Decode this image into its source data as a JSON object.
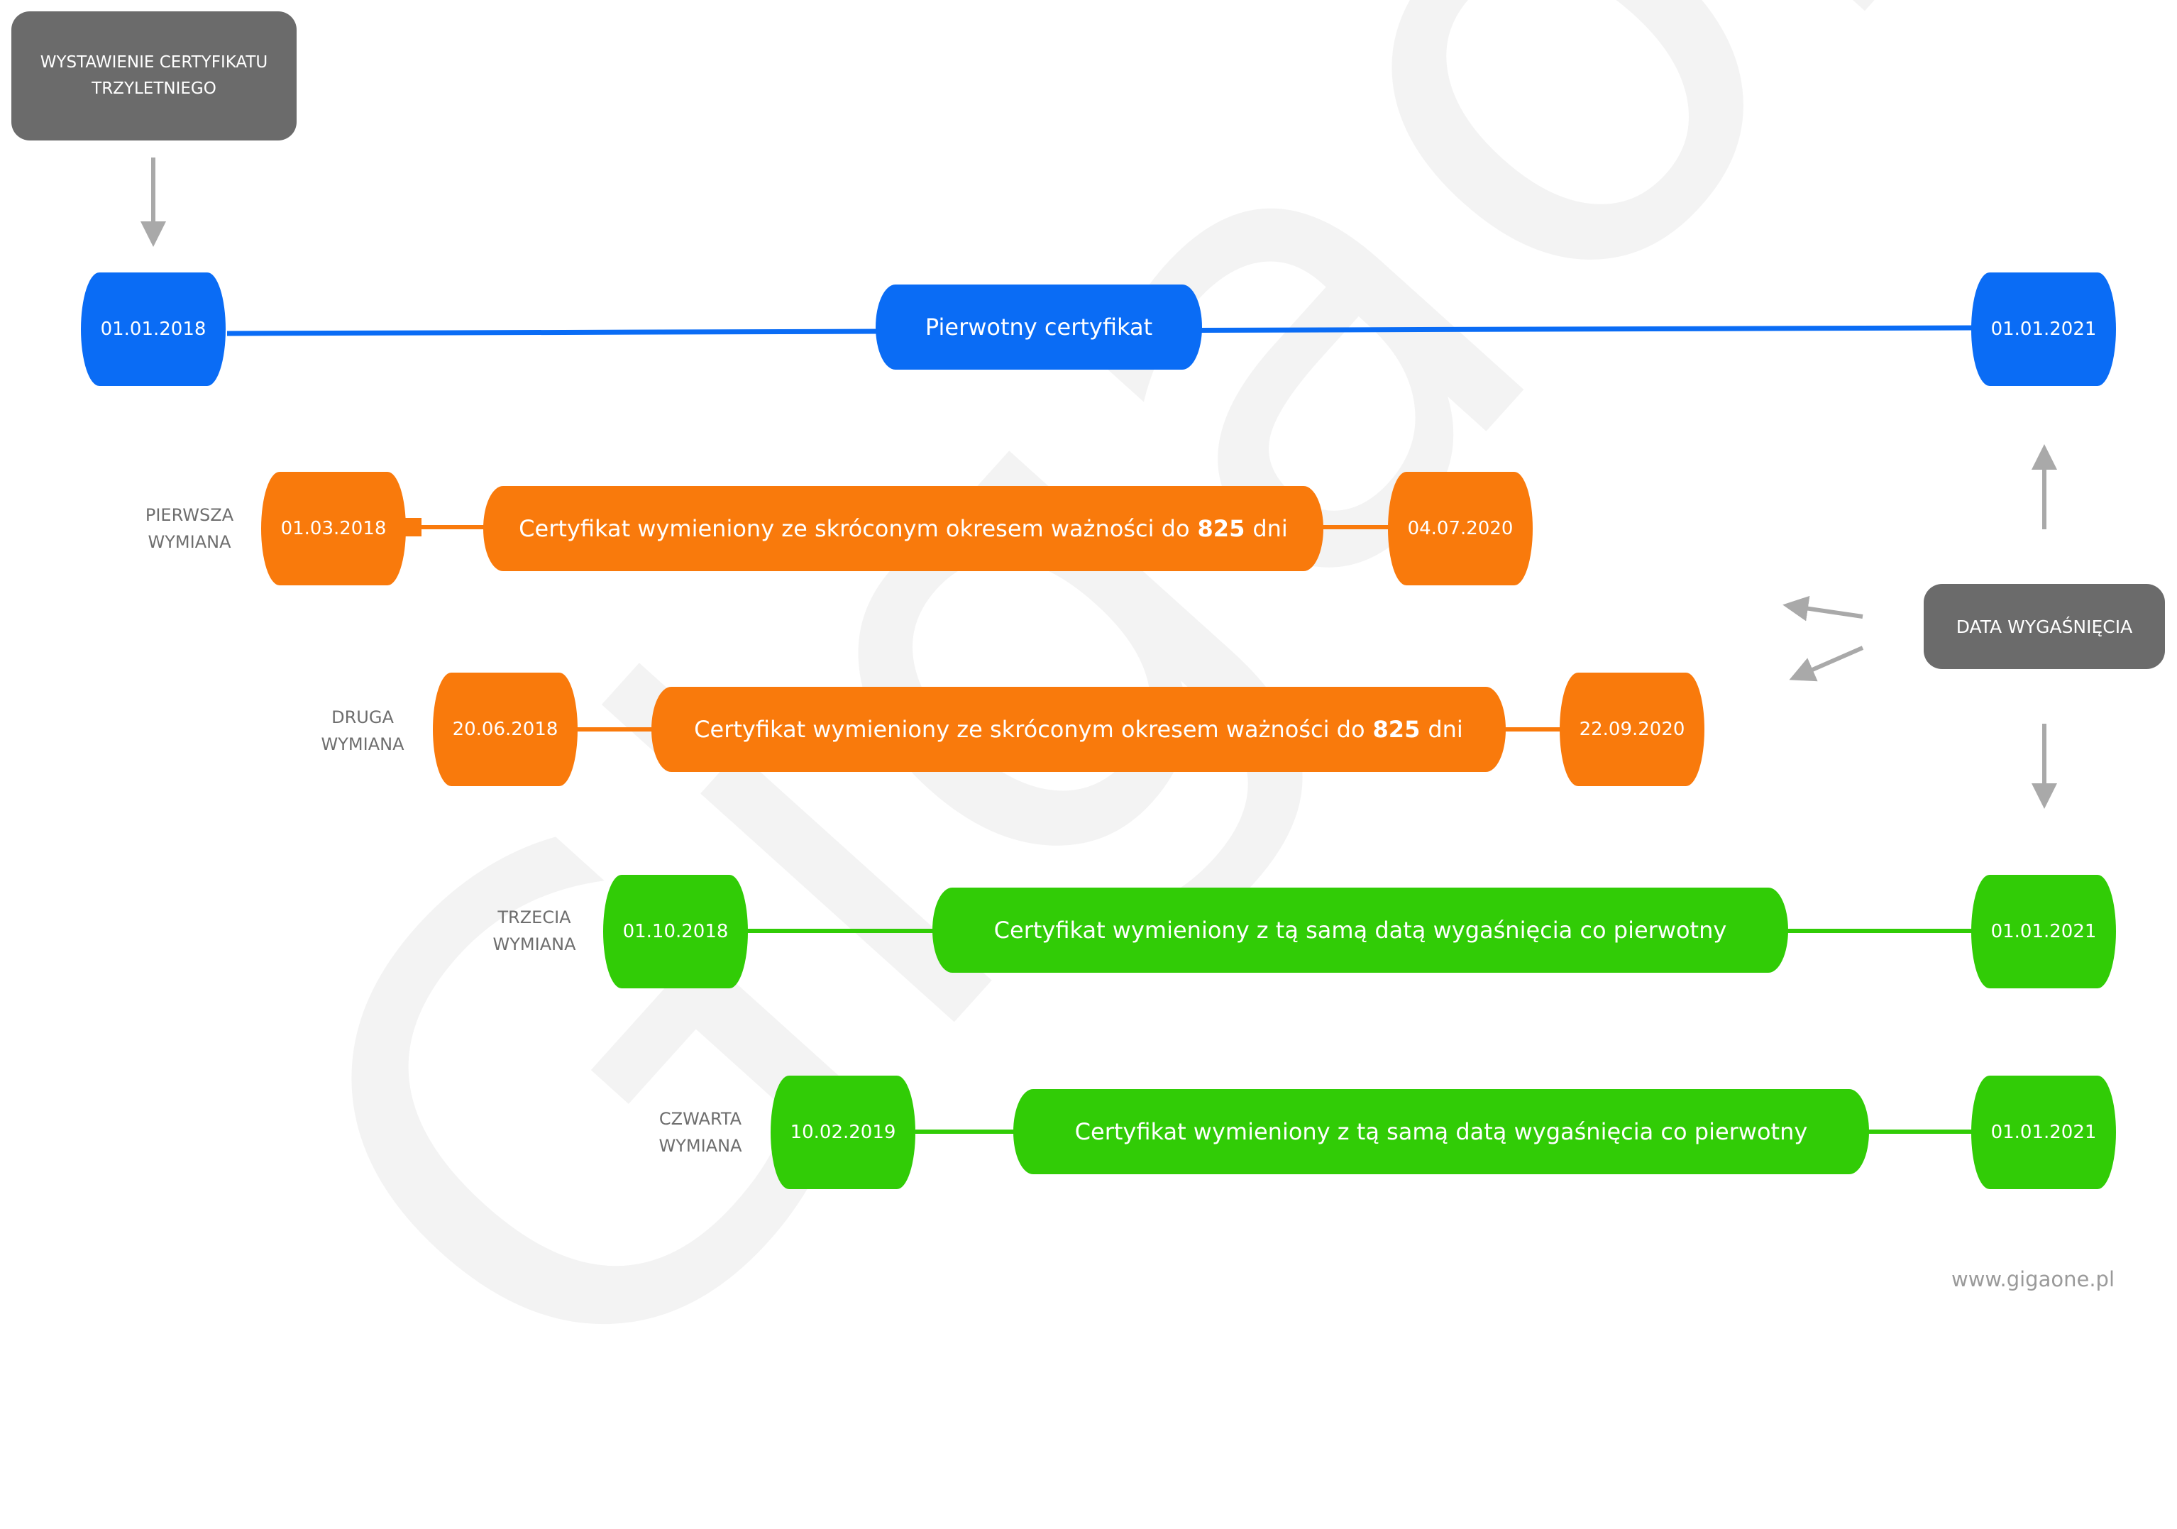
{
  "header": {
    "label": "WYSTAWIENIE CERTYFIKATU TRZYLETNIEGO"
  },
  "expiry": {
    "label": "DATA WYGAŚNIĘCIA"
  },
  "watermark": "Gigaone",
  "footer": "www.gigaone.pl",
  "colors": {
    "blue": "#0a6cf5",
    "orange": "#f97a0c",
    "green": "#31cc06",
    "gray": "#6b6b6b",
    "arrow": "#a9a9a9"
  },
  "rows": [
    {
      "label": "",
      "start": "01.01.2018",
      "end": "01.01.2021",
      "bar": "Pierwotny certyfikat",
      "color": "blue"
    },
    {
      "label": "PIERWSZA WYMIANA",
      "start": "01.03.2018",
      "end": "04.07.2020",
      "bar_pre": "Certyfikat wymieniony ze skróconym okresem ważności do",
      "bar_bold": "825",
      "bar_post": "dni",
      "color": "orange"
    },
    {
      "label": "DRUGA WYMIANA",
      "start": "20.06.2018",
      "end": "22.09.2020",
      "bar_pre": "Certyfikat wymieniony ze skróconym okresem ważności do",
      "bar_bold": "825",
      "bar_post": "dni",
      "color": "orange"
    },
    {
      "label": "TRZECIA WYMIANA",
      "start": "01.10.2018",
      "end": "01.01.2021",
      "bar": "Certyfikat wymieniony z tą samą datą wygaśnięcia co pierwotny",
      "color": "green"
    },
    {
      "label": "CZWARTA WYMIANA",
      "start": "10.02.2019",
      "end": "01.01.2021",
      "bar": "Certyfikat wymieniony z tą samą datą wygaśnięcia co pierwotny",
      "color": "green"
    }
  ]
}
